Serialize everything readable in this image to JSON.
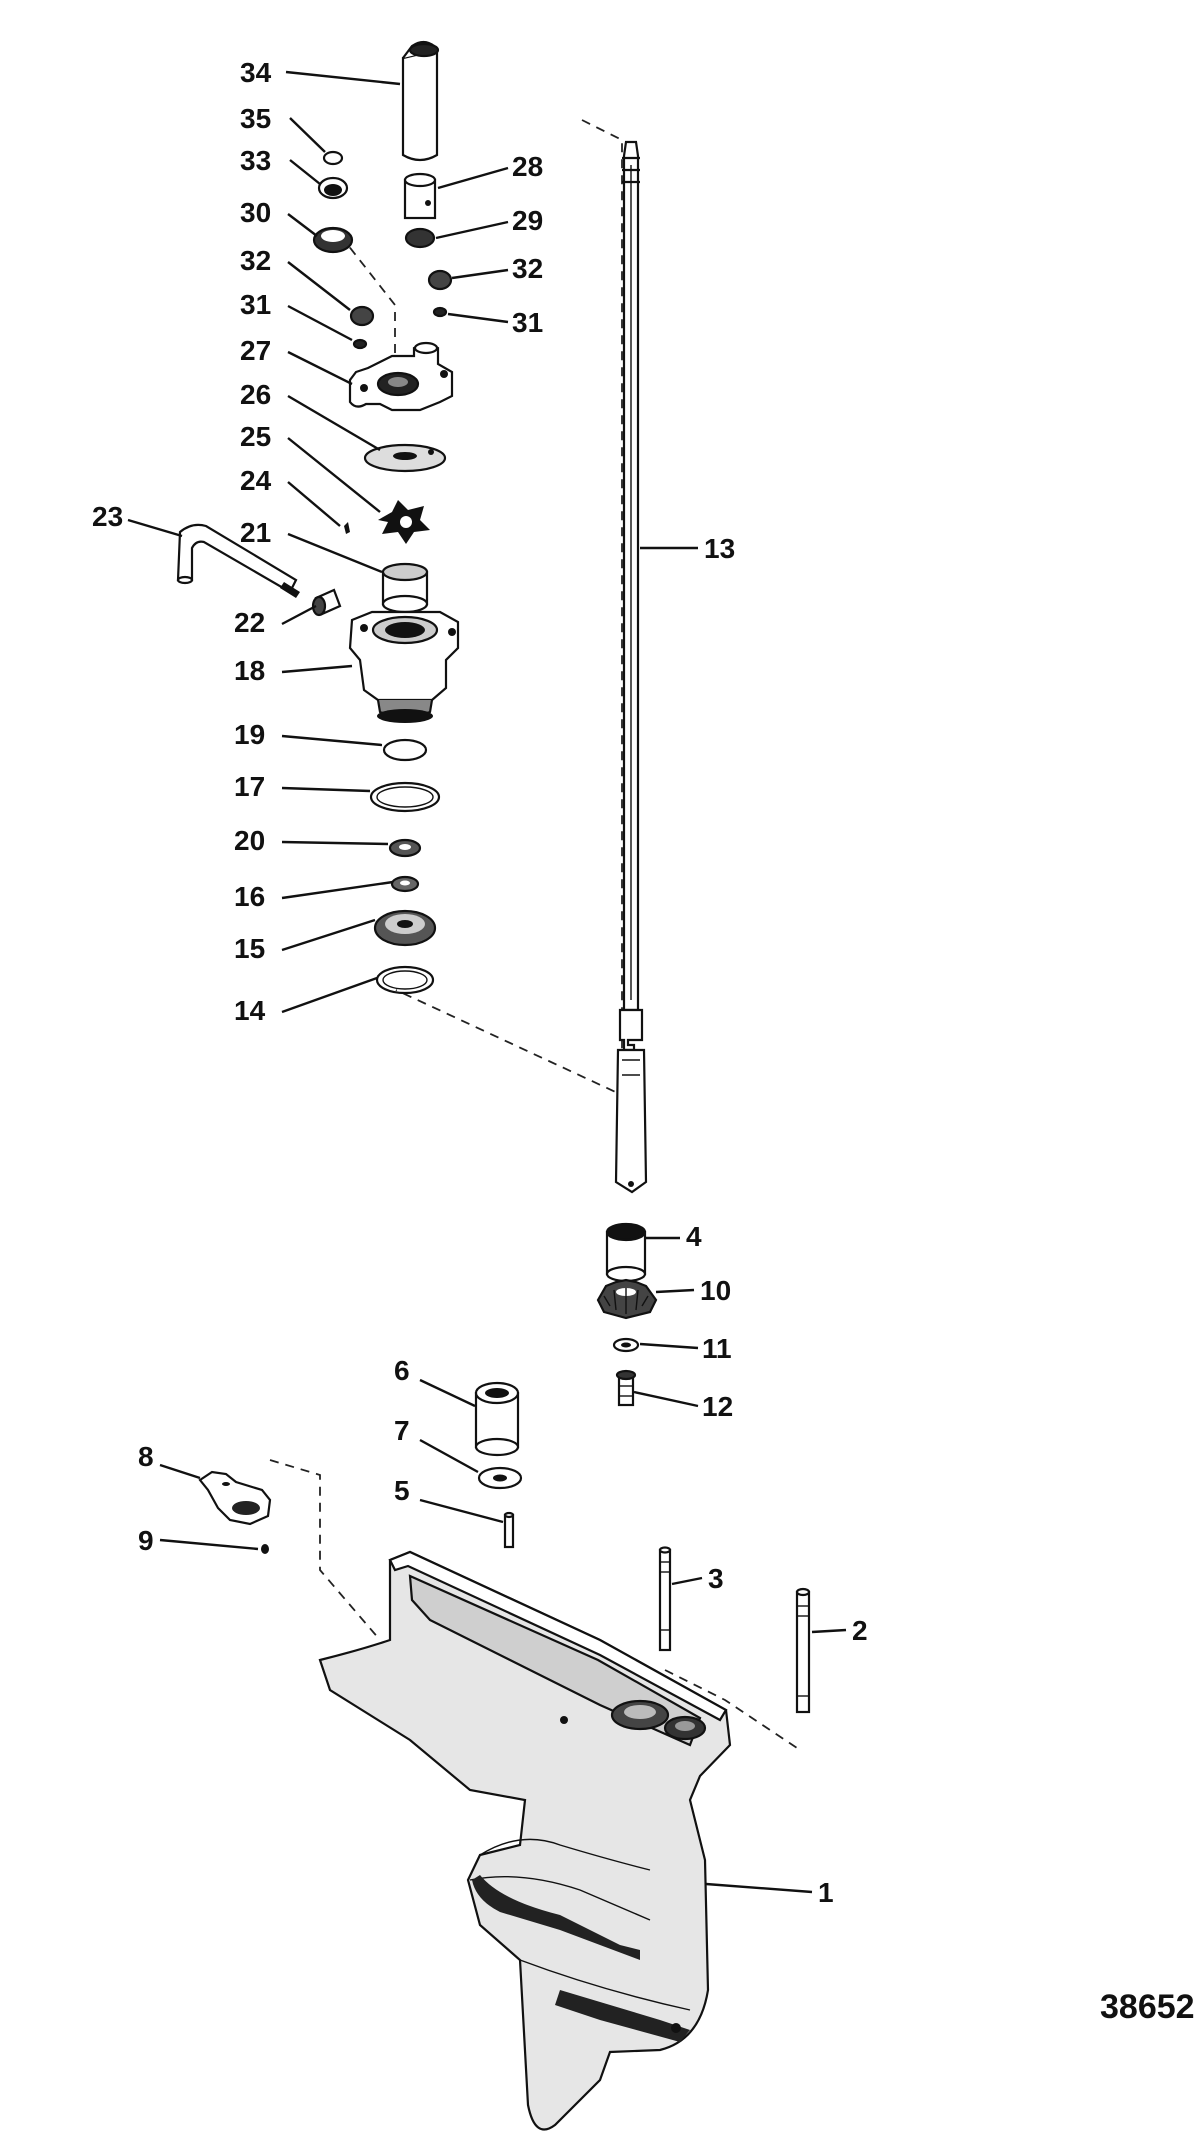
{
  "figure_number": "38652",
  "callouts": [
    {
      "id": "34",
      "side": "left"
    },
    {
      "id": "35",
      "side": "left"
    },
    {
      "id": "33",
      "side": "left"
    },
    {
      "id": "30",
      "side": "left"
    },
    {
      "id": "32",
      "side": "left"
    },
    {
      "id": "31",
      "side": "left"
    },
    {
      "id": "27",
      "side": "left"
    },
    {
      "id": "26",
      "side": "left"
    },
    {
      "id": "25",
      "side": "left"
    },
    {
      "id": "24",
      "side": "left"
    },
    {
      "id": "23",
      "side": "left"
    },
    {
      "id": "21",
      "side": "left"
    },
    {
      "id": "22",
      "side": "left"
    },
    {
      "id": "18",
      "side": "left"
    },
    {
      "id": "19",
      "side": "left"
    },
    {
      "id": "17",
      "side": "left"
    },
    {
      "id": "20",
      "side": "left"
    },
    {
      "id": "16",
      "side": "left"
    },
    {
      "id": "15",
      "side": "left"
    },
    {
      "id": "14",
      "side": "left"
    },
    {
      "id": "28",
      "side": "right"
    },
    {
      "id": "29",
      "side": "right"
    },
    {
      "id": "32",
      "side": "right"
    },
    {
      "id": "31",
      "side": "right"
    },
    {
      "id": "13",
      "side": "right"
    },
    {
      "id": "4",
      "side": "right"
    },
    {
      "id": "10",
      "side": "right"
    },
    {
      "id": "11",
      "side": "right"
    },
    {
      "id": "12",
      "side": "right"
    },
    {
      "id": "6",
      "side": "left"
    },
    {
      "id": "7",
      "side": "left"
    },
    {
      "id": "8",
      "side": "left"
    },
    {
      "id": "5",
      "side": "left"
    },
    {
      "id": "9",
      "side": "left"
    },
    {
      "id": "3",
      "side": "right"
    },
    {
      "id": "2",
      "side": "right"
    },
    {
      "id": "1",
      "side": "right"
    }
  ]
}
